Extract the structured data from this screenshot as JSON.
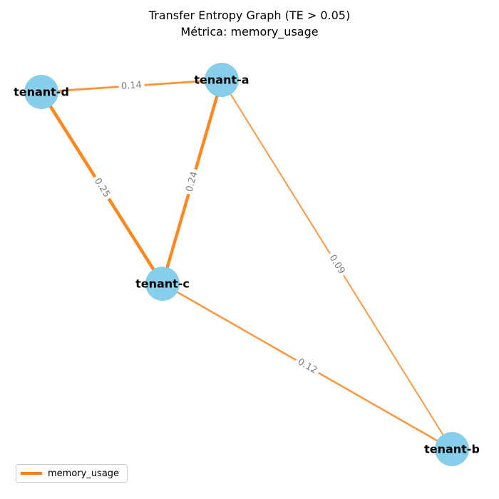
{
  "title": "Transfer Entropy Graph (TE > 0.05)",
  "subtitle": "Métrica: memory_usage",
  "colors": {
    "node_fill": "#87ceeb",
    "edge": "#ff7f0e",
    "edge_label": "#808080",
    "node_label": "#000000"
  },
  "legend": {
    "label": "memory_usage",
    "color": "#ff7f0e"
  },
  "nodes": [
    {
      "id": "tenant-a",
      "label": "tenant-a"
    },
    {
      "id": "tenant-b",
      "label": "tenant-b"
    },
    {
      "id": "tenant-c",
      "label": "tenant-c"
    },
    {
      "id": "tenant-d",
      "label": "tenant-d"
    }
  ],
  "edges": [
    {
      "source": "tenant-d",
      "target": "tenant-a",
      "weight": 0.14,
      "label": "0.14"
    },
    {
      "source": "tenant-d",
      "target": "tenant-c",
      "weight": 0.25,
      "label": "0.25"
    },
    {
      "source": "tenant-a",
      "target": "tenant-c",
      "weight": 0.24,
      "label": "0.24"
    },
    {
      "source": "tenant-a",
      "target": "tenant-b",
      "weight": 0.09,
      "label": "0.09"
    },
    {
      "source": "tenant-c",
      "target": "tenant-b",
      "weight": 0.12,
      "label": "0.12"
    }
  ]
}
